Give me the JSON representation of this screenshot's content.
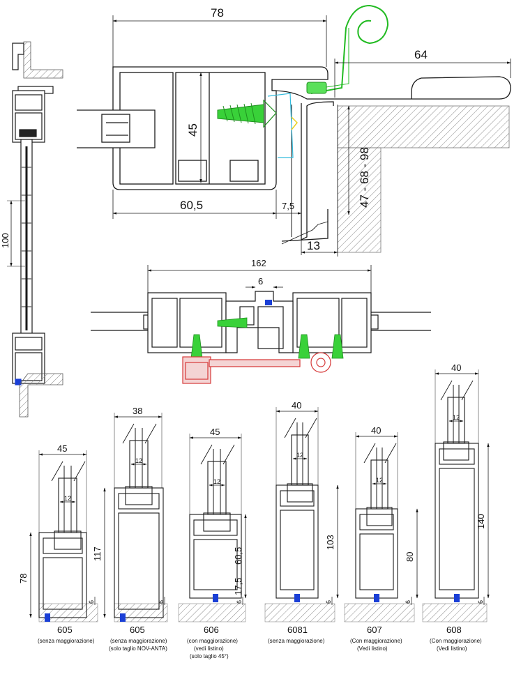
{
  "top_section": {
    "dims": {
      "width_78": "78",
      "depth_64": "64",
      "height_45": "45",
      "width_60_5": "60,5",
      "gap_7_5": "7,5",
      "gap_13": "13",
      "range_vertical": "47 - 68 - 98"
    }
  },
  "left_elevation": {
    "dim_100": "100"
  },
  "middle_section": {
    "dims": {
      "width_162": "162",
      "gap_6": "6"
    }
  },
  "profiles": [
    {
      "code": "605",
      "caption": [
        "(senza maggiorazione)"
      ],
      "top_width": "45",
      "glass": "12",
      "height": "78",
      "bottom": "6"
    },
    {
      "code": "605",
      "caption": [
        "(senza maggiorazione)",
        "(solo taglio NOV-ANTA)"
      ],
      "top_width": "38",
      "glass": "12",
      "height": "117",
      "bottom": "6"
    },
    {
      "code": "606",
      "caption": [
        "(con maggiorazione)",
        "(vedi listino)",
        "(solo taglio 45°)"
      ],
      "top_width": "45",
      "glass": "12",
      "height": "60,5",
      "height2": "17,5",
      "bottom": "6"
    },
    {
      "code": "6081",
      "caption": [
        "(senza maggiorazione)"
      ],
      "top_width": "40",
      "glass": "12",
      "height": "103",
      "bottom": "6"
    },
    {
      "code": "607",
      "caption": [
        "(Con maggiorazione)",
        "(Vedi listino)"
      ],
      "top_width": "40",
      "glass": "12",
      "height": "80",
      "bottom": "6"
    },
    {
      "code": "608",
      "caption": [
        "(Con maggiorazione)",
        "(Vedi listino)"
      ],
      "top_width": "40",
      "glass": "12",
      "height": "140",
      "bottom": "6"
    }
  ],
  "colors": {
    "line": "#1a1a1a",
    "screw": "#33cc33",
    "seal_green": "#22bb22",
    "hardware_red": "#d63a3a",
    "gasket_blue": "#1a3fd6",
    "cyan": "#33bbdd",
    "yellow": "#e8d020",
    "hatch": "#777777"
  }
}
